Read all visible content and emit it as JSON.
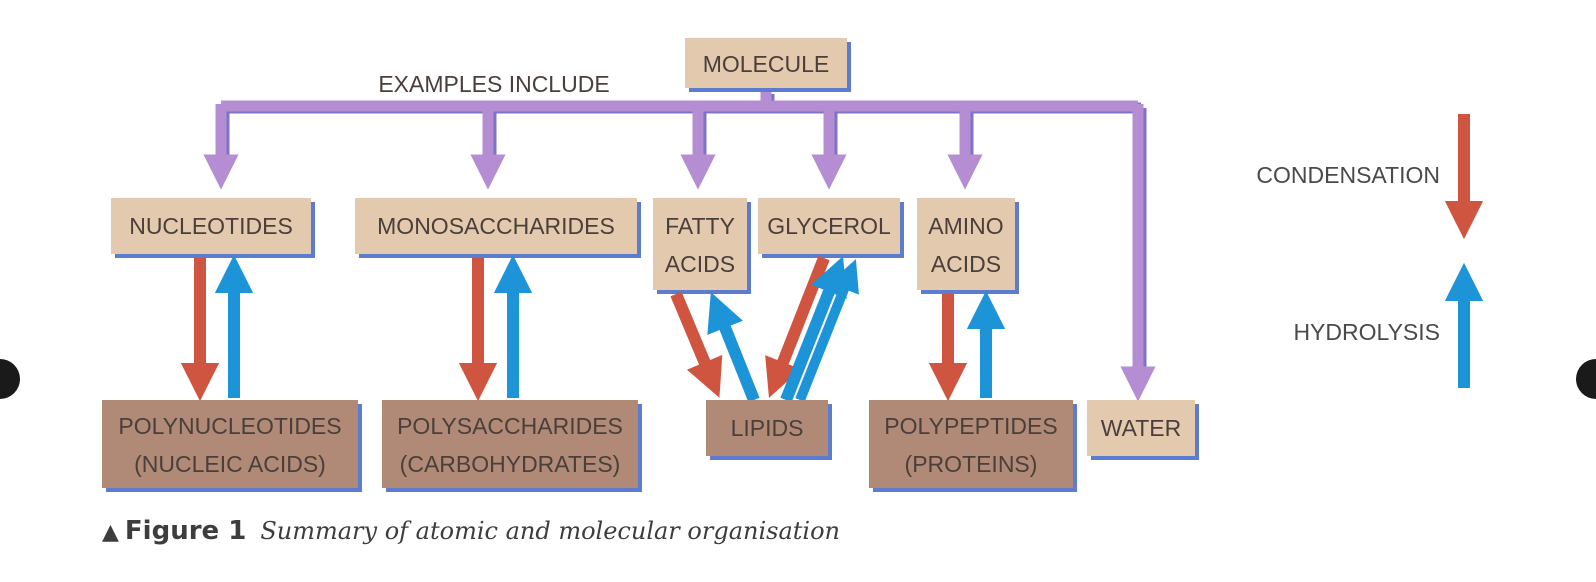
{
  "diagram": {
    "molecule": "MOLECULE",
    "examples_include": "EXAMPLES INCLUDE",
    "nucleotides": "NUCLEOTIDES",
    "monosaccharides": "MONOSACCHARIDES",
    "fatty_acids_1": "FATTY",
    "fatty_acids_2": "ACIDS",
    "glycerol": "GLYCEROL",
    "amino_acids_1": "AMINO",
    "amino_acids_2": "ACIDS",
    "polynucleotides_1": "POLYNUCLEOTIDES",
    "polynucleotides_2": "(NUCLEIC ACIDS)",
    "polysaccharides_1": "POLYSACCHARIDES",
    "polysaccharides_2": "(CARBOHYDRATES)",
    "lipids": "LIPIDS",
    "polypeptides_1": "POLYPEPTIDES",
    "polypeptides_2": "(PROTEINS)",
    "water": "WATER"
  },
  "legend": {
    "condensation": "CONDENSATION",
    "hydrolysis": "HYDROLYSIS"
  },
  "caption": {
    "symbol": "▲",
    "figure_label": "Figure 1",
    "text": "Summary of atomic and molecular organisation"
  },
  "colors": {
    "light_box": "#e3c9ad",
    "dark_box": "#b08a76",
    "box_shadow": "#5b7ccf",
    "tree_arrow": "#b48dd3",
    "condensation": "#cf5540",
    "hydrolysis": "#1d93d8"
  }
}
